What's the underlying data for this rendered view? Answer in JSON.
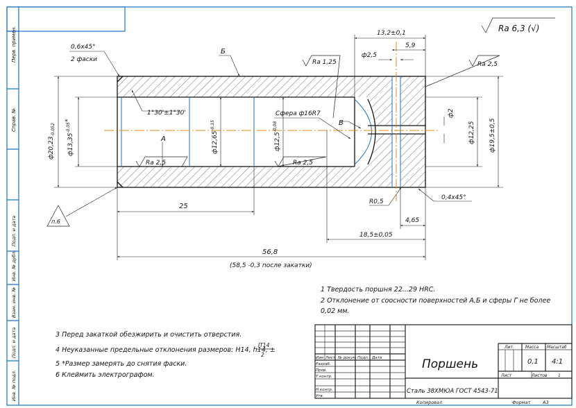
{
  "side_stamps": {
    "perv_primen": "Перв. примен.",
    "sprav_no": "Справ. №",
    "podp_data_1": "Подп. и дата",
    "inv_dubl": "Инв. № дубл.",
    "vzam_inv": "Взам. инв. №",
    "podp_data_2": "Подп. и дата",
    "inv_podl": "Инв. № подл."
  },
  "roughness_general": "Ra 6,3 (√)",
  "dims": {
    "chamfer_top": "0,6x45°",
    "chamfer_count": "2 фаски",
    "label_b": "Б",
    "label_a": "А",
    "label_v": "В",
    "ra_125": "Ra 1,25",
    "ra_25_right": "Ra 2,5",
    "ra_25_left": "Ra 2,5",
    "ra_25_mid": "Ra 2,5",
    "d_2023_main": "ф20,23",
    "d_2023_suffix": "-0,052",
    "d_1335_main": "ф13,35",
    "d_1335_tol": "-0,05",
    "d_1335_star": "*",
    "angle": "1°30'±1°30'",
    "d_1265_main": "ф12,65",
    "d_1265_tol": "-0,15",
    "d_125_main": "ф12,5",
    "d_125_tol": "-0,08",
    "sphere": "Сфера ф16R7",
    "d_2": "ф2",
    "d_1225": "ф12,25",
    "d_195": "ф19,5±0,5",
    "d_25_hole": "ф2,5",
    "len_132": "13,2±0,1",
    "len_59": "5,9",
    "len_25": "25",
    "len_465": "4,65",
    "len_185": "18,5±0,05",
    "len_568": "56,8",
    "len_585_note": "(58,5 -0,3 после закатки)",
    "r05": "R0,5",
    "chamfer_right": "0,4x45°",
    "weld_ref": "п.6"
  },
  "notes_right": [
    "1  Твердость поршня 22...29 HRC.",
    "2  Отклонение от соосности поверхностей А,Б и сферы Г не более",
    "0,02 мм."
  ],
  "notes_left": [
    "3  Перед закаткой обезжирить и очистить отверстия.",
    "4  Неуказанные предельные отклонения размеров: Н14, h14, ±",
    "5  *Размер замерять до снятия фаски.",
    "6  Клеймить электрографом."
  ],
  "note4_fraction_top": "IT14",
  "note4_fraction_bottom": "2",
  "title_block": {
    "name": "Поршень",
    "material": "Сталь 38ХМЮА ГОСТ 4543-71",
    "col_izm": "Изм",
    "col_list": "Лист",
    "col_doc": "№ докум.",
    "col_podp": "Подп.",
    "col_data": "Дата",
    "row_razrab": "Разраб.",
    "row_prov": "Пров.",
    "row_tkontr": "Т.контр.",
    "row_nkontr": "Н.контр.",
    "row_utv": "Утв.",
    "lit_label": "Лит.",
    "mass_label": "Масса",
    "scale_label": "Масштаб",
    "mass_value": "0,1",
    "scale_value": "4:1",
    "sheet_label": "Лист",
    "sheets_label": "Листов",
    "sheets_value": "1",
    "copied": "Копировал",
    "format_label": "Формат",
    "format_value": "А3"
  }
}
